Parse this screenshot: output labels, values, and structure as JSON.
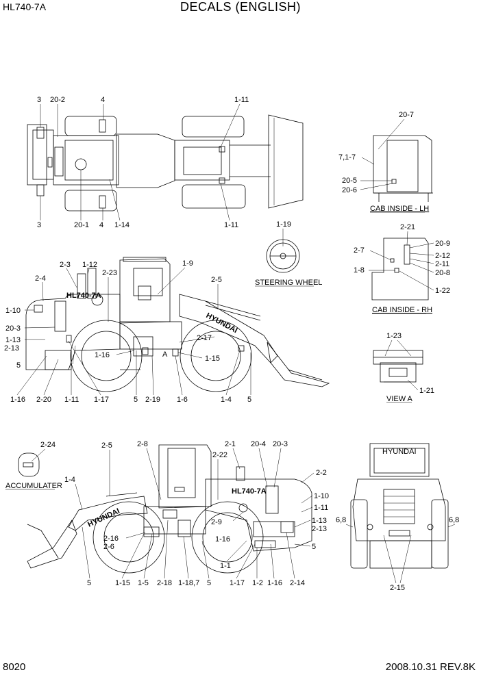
{
  "header": {
    "model": "HL740-7A",
    "title": "DECALS (ENGLISH)"
  },
  "footer": {
    "page_number": "8020",
    "revision": "2008.10.31  REV.8K"
  },
  "views": {
    "top": {
      "callouts": [
        "3",
        "20-2",
        "4",
        "1-11",
        "3",
        "20-1",
        "4",
        "1-14",
        "1-11"
      ]
    },
    "cab_lh": {
      "caption": "CAB INSIDE - LH",
      "callouts": [
        "20-7",
        "7,1-7",
        "20-5",
        "20-6"
      ]
    },
    "steering": {
      "caption": "STEERING WHEEL",
      "callouts": [
        "1-19"
      ]
    },
    "cab_rh": {
      "caption": "CAB INSIDE - RH",
      "callouts": [
        "2-21",
        "20-9",
        "2-7",
        "2-12",
        "2-11",
        "1-8",
        "20-8",
        "1-22"
      ]
    },
    "left_side": {
      "model_text": "HL740-7A",
      "brand_text": "HYUNDAI",
      "callouts": [
        "2-3",
        "1-12",
        "1-9",
        "2-4",
        "2-23",
        "2-5",
        "1-10",
        "20-3",
        "1-13",
        "2-13",
        "5",
        "1-16",
        "2-17",
        "A",
        "1-15",
        "1-4",
        "5",
        "1-16",
        "2-20",
        "1-11",
        "1-17",
        "5",
        "2-19",
        "1-6"
      ]
    },
    "view_a": {
      "caption": "VIEW A",
      "callouts": [
        "1-23",
        "1-21"
      ]
    },
    "accumulator": {
      "caption": "ACCUMULATER",
      "callouts": [
        "2-24"
      ]
    },
    "right_side": {
      "model_text": "HL740-7A",
      "brand_text": "HYUNDAI",
      "callouts": [
        "2-5",
        "2-8",
        "2-1",
        "20-4",
        "20-3",
        "2-22",
        "2-2",
        "1-4",
        "1-10",
        "1-11",
        "1-13",
        "2-13",
        "2-16",
        "2-6",
        "2-9",
        "1-16",
        "5",
        "1-1",
        "5",
        "1-15",
        "1-5",
        "2-18",
        "1-18,7",
        "5",
        "1-17",
        "1-2",
        "1-16",
        "2-14"
      ]
    },
    "rear": {
      "brand_text": "HYUNDAI",
      "callouts": [
        "6,8",
        "6,8",
        "2-15"
      ]
    }
  }
}
